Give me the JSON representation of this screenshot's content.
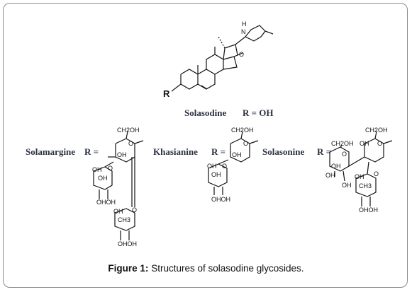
{
  "figure": {
    "caption_label": "Figure 1:",
    "caption_text": " Structures of solasodine glycosides."
  },
  "aglycone": {
    "name": "Solasodine",
    "r_definition": "R = OH",
    "r_label": "R",
    "n_label": "H",
    "n_atom": "N",
    "o_atom": "O"
  },
  "glycosides": [
    {
      "name": "Solamargine",
      "r_eq": "R ="
    },
    {
      "name": "Khasianine",
      "r_eq": "R ="
    },
    {
      "name": "Solasonine",
      "r_eq": "R ="
    }
  ],
  "sugar_labels": {
    "ch2oh": "CH2OH",
    "oh": "OH",
    "o": "O",
    "ch3": "CH3",
    "ohoh": "OHOH"
  }
}
